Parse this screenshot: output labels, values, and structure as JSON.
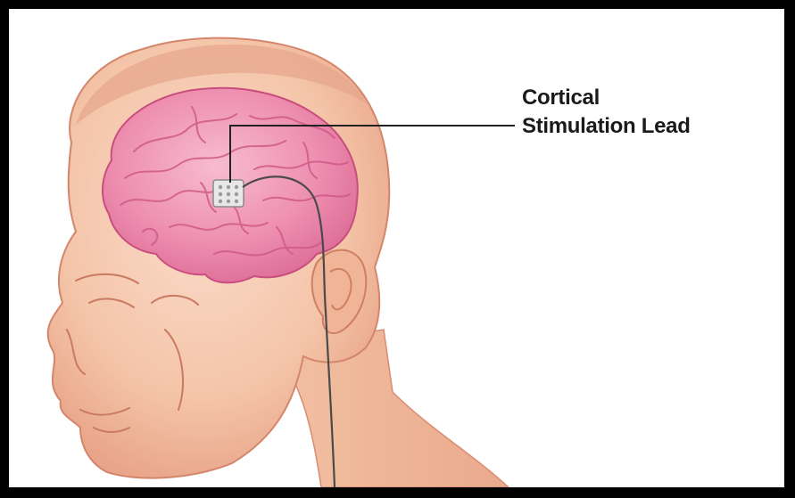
{
  "annotation": {
    "line1": "Cortical",
    "line2": "Stimulation Lead"
  },
  "colors": {
    "border": "#000000",
    "background": "#ffffff",
    "skin": "#f4c4a8",
    "skin_shadow": "#e79f84",
    "brain": "#ee8fb0",
    "brain_fold": "#d35d88",
    "lead_wire": "#4a4a4a",
    "electrode": "#e8e8e8"
  },
  "icons": {
    "figure": "head-profile-illustration",
    "organ": "brain-illustration",
    "device": "electrode-pad-icon"
  }
}
